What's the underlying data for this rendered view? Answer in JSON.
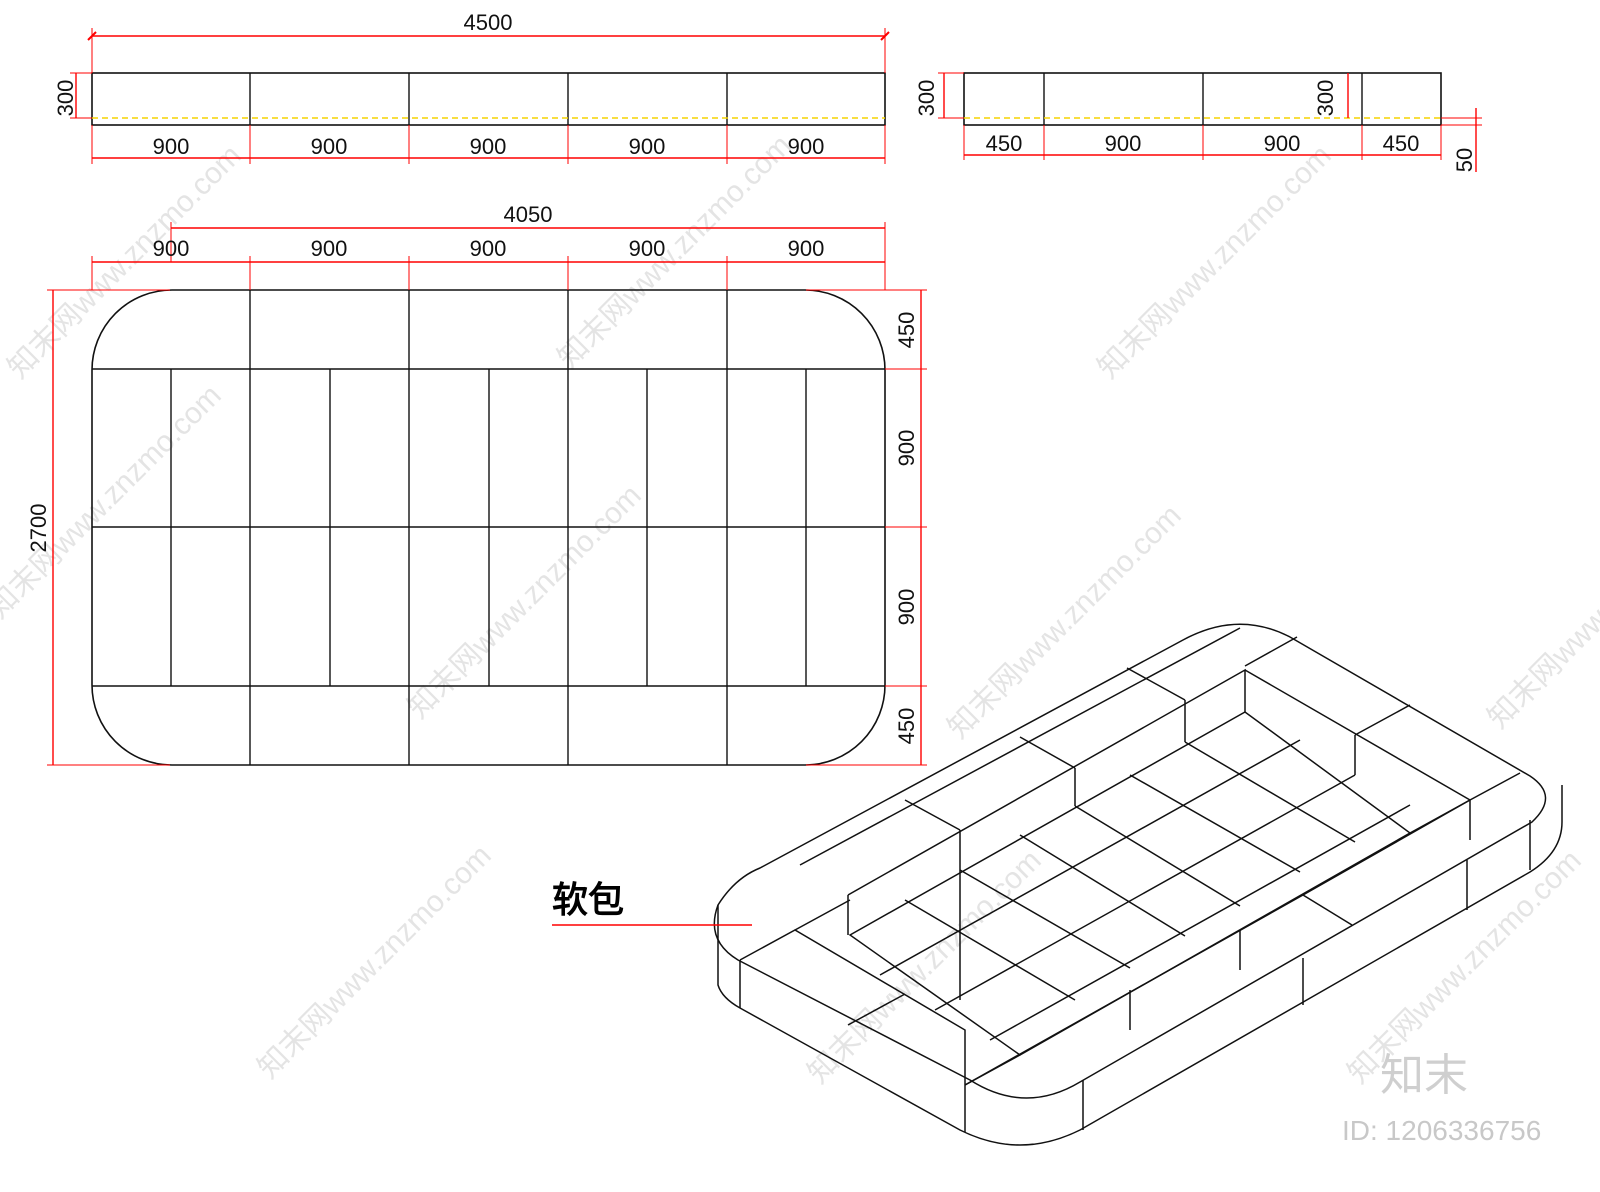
{
  "top_elevation": {
    "overall": "4500",
    "height": "300",
    "segments": [
      "900",
      "900",
      "900",
      "900",
      "900"
    ]
  },
  "side_elevation": {
    "height_left": "300",
    "height_mid": "300",
    "segments": [
      "450",
      "900",
      "900",
      "450"
    ],
    "base": "50"
  },
  "plan": {
    "overall_width": "4050",
    "top_segments": [
      "900",
      "900",
      "900",
      "900",
      "900"
    ],
    "overall_height": "2700",
    "right_segments": [
      "450",
      "900",
      "900",
      "450"
    ]
  },
  "callout_label": "软包",
  "brand": {
    "logo_text": "知末",
    "id_text": "ID: 1206336756",
    "watermark": "知末网www.znzmo.com"
  },
  "colors": {
    "dimension": "#ff0000",
    "outline": "#111111",
    "hidden_line": "#f5d400"
  }
}
